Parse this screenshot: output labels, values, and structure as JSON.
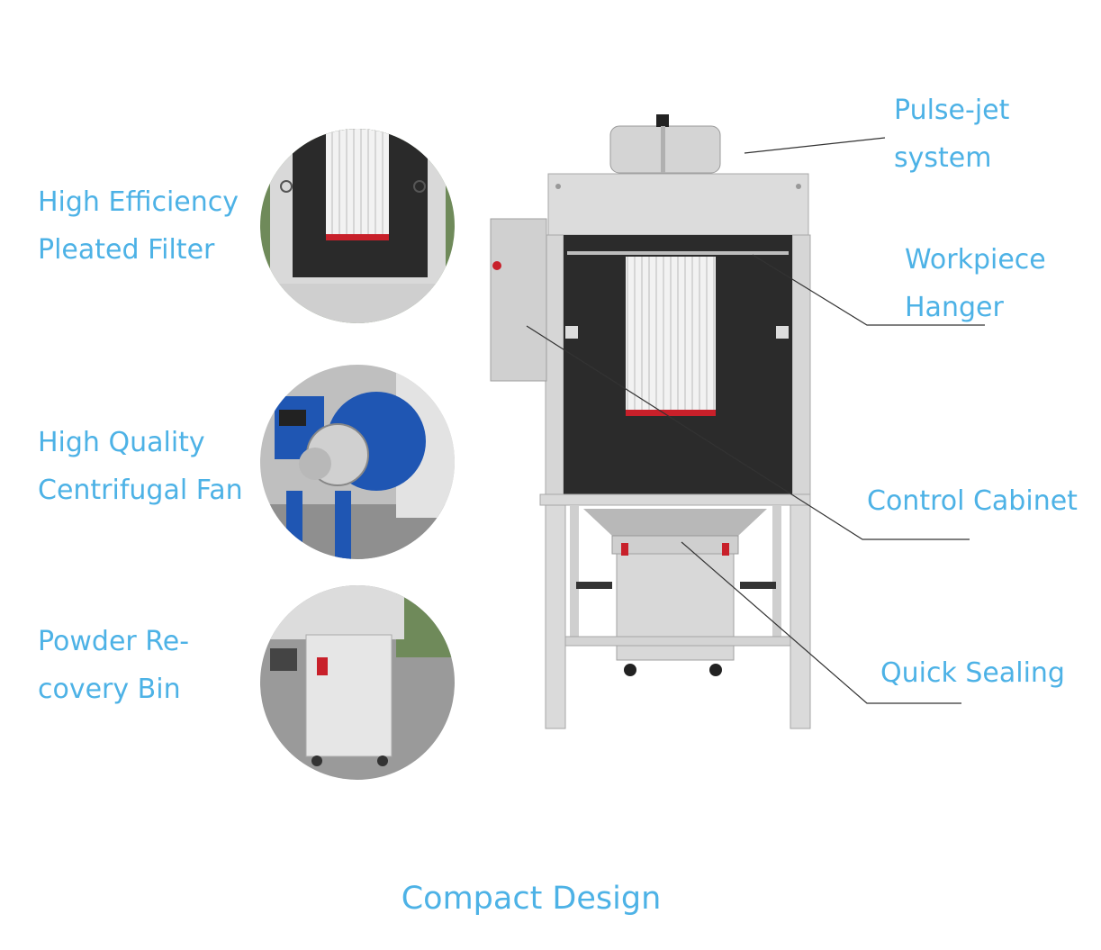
{
  "labels": {
    "filter": [
      "High Efficiency",
      "Pleated Filter"
    ],
    "fan": [
      "High Quality",
      "Centrifugal Fan"
    ],
    "bin": [
      "Powder Re-",
      "covery Bin"
    ],
    "pulse": [
      "Pulse-jet",
      "system"
    ],
    "hanger": [
      "Workpiece",
      "Hanger"
    ],
    "cabinet": [
      "Control Cabinet"
    ],
    "sealing": [
      "Quick Sealing"
    ]
  },
  "caption": "Compact Design",
  "colors": {
    "label": "#4db2e6",
    "booth": "#dcdcdc",
    "booth_dark": "#2b2b2b",
    "fan_blue": "#1f56b3",
    "filter_seal": "#c8202a",
    "leader_line": "#333333"
  }
}
